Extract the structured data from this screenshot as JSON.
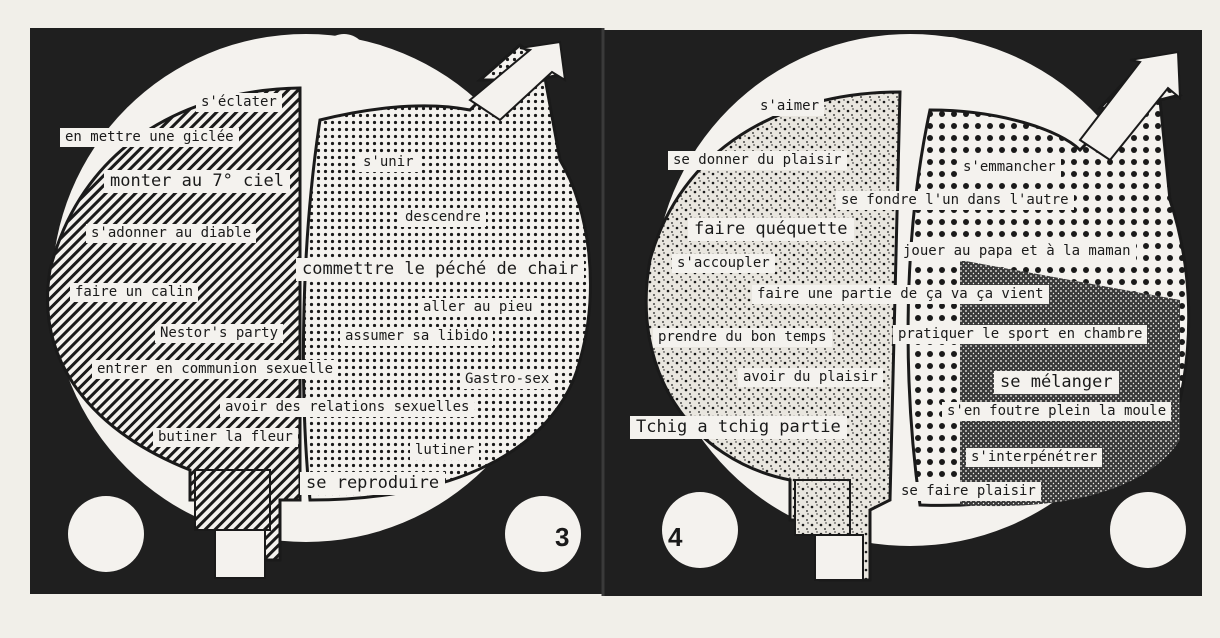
{
  "page_left": {
    "number": "3",
    "phrases": [
      "s'éclater",
      "en mettre une giclée",
      "monter au 7° ciel",
      "s'unir",
      "descendre",
      "s'adonner au diable",
      "commettre le péché de chair",
      "faire un calin",
      "aller au pieu",
      "Nestor's party",
      "assumer sa libido",
      "entrer en communion sexuelle",
      "Gastro-sex",
      "avoir des relations sexuelles",
      "butiner la fleur",
      "lutiner",
      "se reproduire"
    ]
  },
  "page_right": {
    "number": "4",
    "phrases": [
      "s'aimer",
      "se donner du plaisir",
      "s'emmancher",
      "se fondre l'un dans l'autre",
      "faire quéquette",
      "jouer au papa et à la maman",
      "s'accoupler",
      "faire une partie de ça va ça vient",
      "prendre du bon temps",
      "pratiquer le sport en chambre",
      "avoir du plaisir",
      "se mélanger",
      "s'en foutre plein la moule",
      "Tchig a tchig partie",
      "s'interpénétrer",
      "se faire plaisir"
    ]
  },
  "colors": {
    "ink": "#1a1a1a",
    "paper": "#f4f2ee"
  },
  "icons": [
    "venus-symbol",
    "mars-symbol",
    "moon-circle"
  ]
}
